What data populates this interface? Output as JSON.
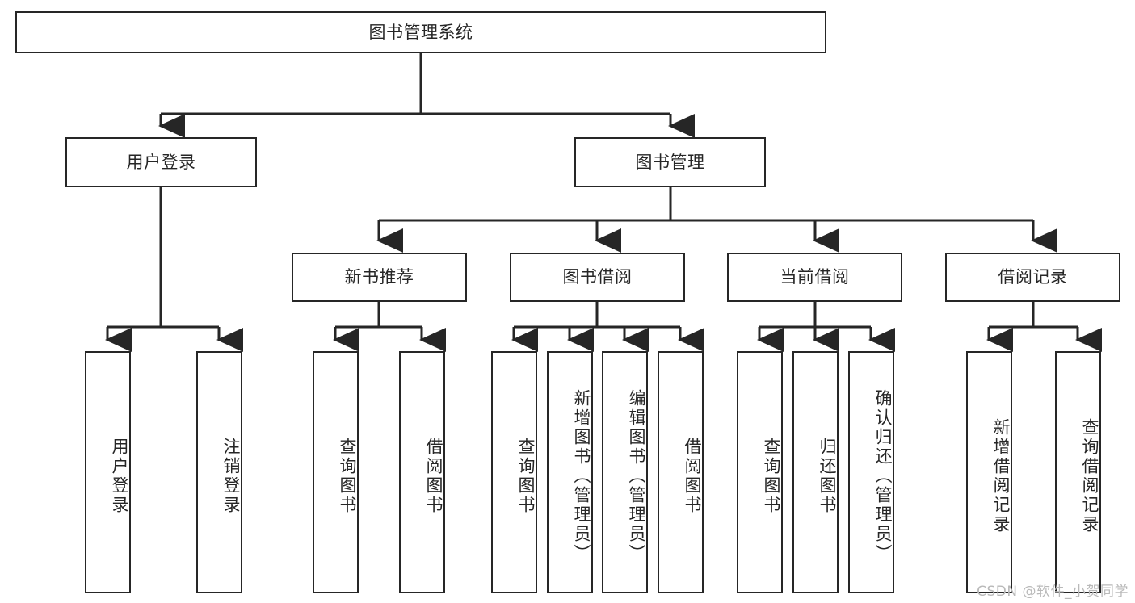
{
  "diagram": {
    "type": "tree-hierarchy-chart",
    "title": "图书管理系统",
    "stroke_color": "#262626",
    "fill_color": "#ffffff",
    "text_color": "#262626",
    "root": {
      "id": "root",
      "label": "图书管理系统",
      "orientation": "horizontal"
    },
    "level2": [
      {
        "id": "user-login",
        "label": "用户登录",
        "orientation": "horizontal"
      },
      {
        "id": "book-manage",
        "label": "图书管理",
        "orientation": "horizontal"
      }
    ],
    "level3": [
      {
        "id": "new-book-recommend",
        "label": "新书推荐",
        "orientation": "horizontal"
      },
      {
        "id": "book-borrow",
        "label": "图书借阅",
        "orientation": "horizontal"
      },
      {
        "id": "current-borrow",
        "label": "当前借阅",
        "orientation": "horizontal"
      },
      {
        "id": "borrow-record",
        "label": "借阅记录",
        "orientation": "horizontal"
      }
    ],
    "leaves": {
      "user-login": [
        {
          "id": "leaf-user-login",
          "label": "用户登录"
        },
        {
          "id": "leaf-logout",
          "label": "注销登录"
        }
      ],
      "new-book-recommend": [
        {
          "id": "leaf-query-book-1",
          "label": "查询图书"
        },
        {
          "id": "leaf-borrow-book-1",
          "label": "借阅图书"
        }
      ],
      "book-borrow": [
        {
          "id": "leaf-query-book-2",
          "label": "查询图书"
        },
        {
          "id": "leaf-add-book",
          "label": "新增图书（管理员）"
        },
        {
          "id": "leaf-edit-book",
          "label": "编辑图书（管理员）"
        },
        {
          "id": "leaf-borrow-book-2",
          "label": "借阅图书"
        }
      ],
      "current-borrow": [
        {
          "id": "leaf-query-book-3",
          "label": "查询图书"
        },
        {
          "id": "leaf-return-book",
          "label": "归还图书"
        },
        {
          "id": "leaf-confirm-return",
          "label": "确认归还（管理员）"
        }
      ],
      "borrow-record": [
        {
          "id": "leaf-add-record",
          "label": "新增借阅记录"
        },
        {
          "id": "leaf-query-record",
          "label": "查询借阅记录"
        }
      ]
    }
  },
  "watermark": {
    "text": "CSDN @软件_小贺同学"
  }
}
